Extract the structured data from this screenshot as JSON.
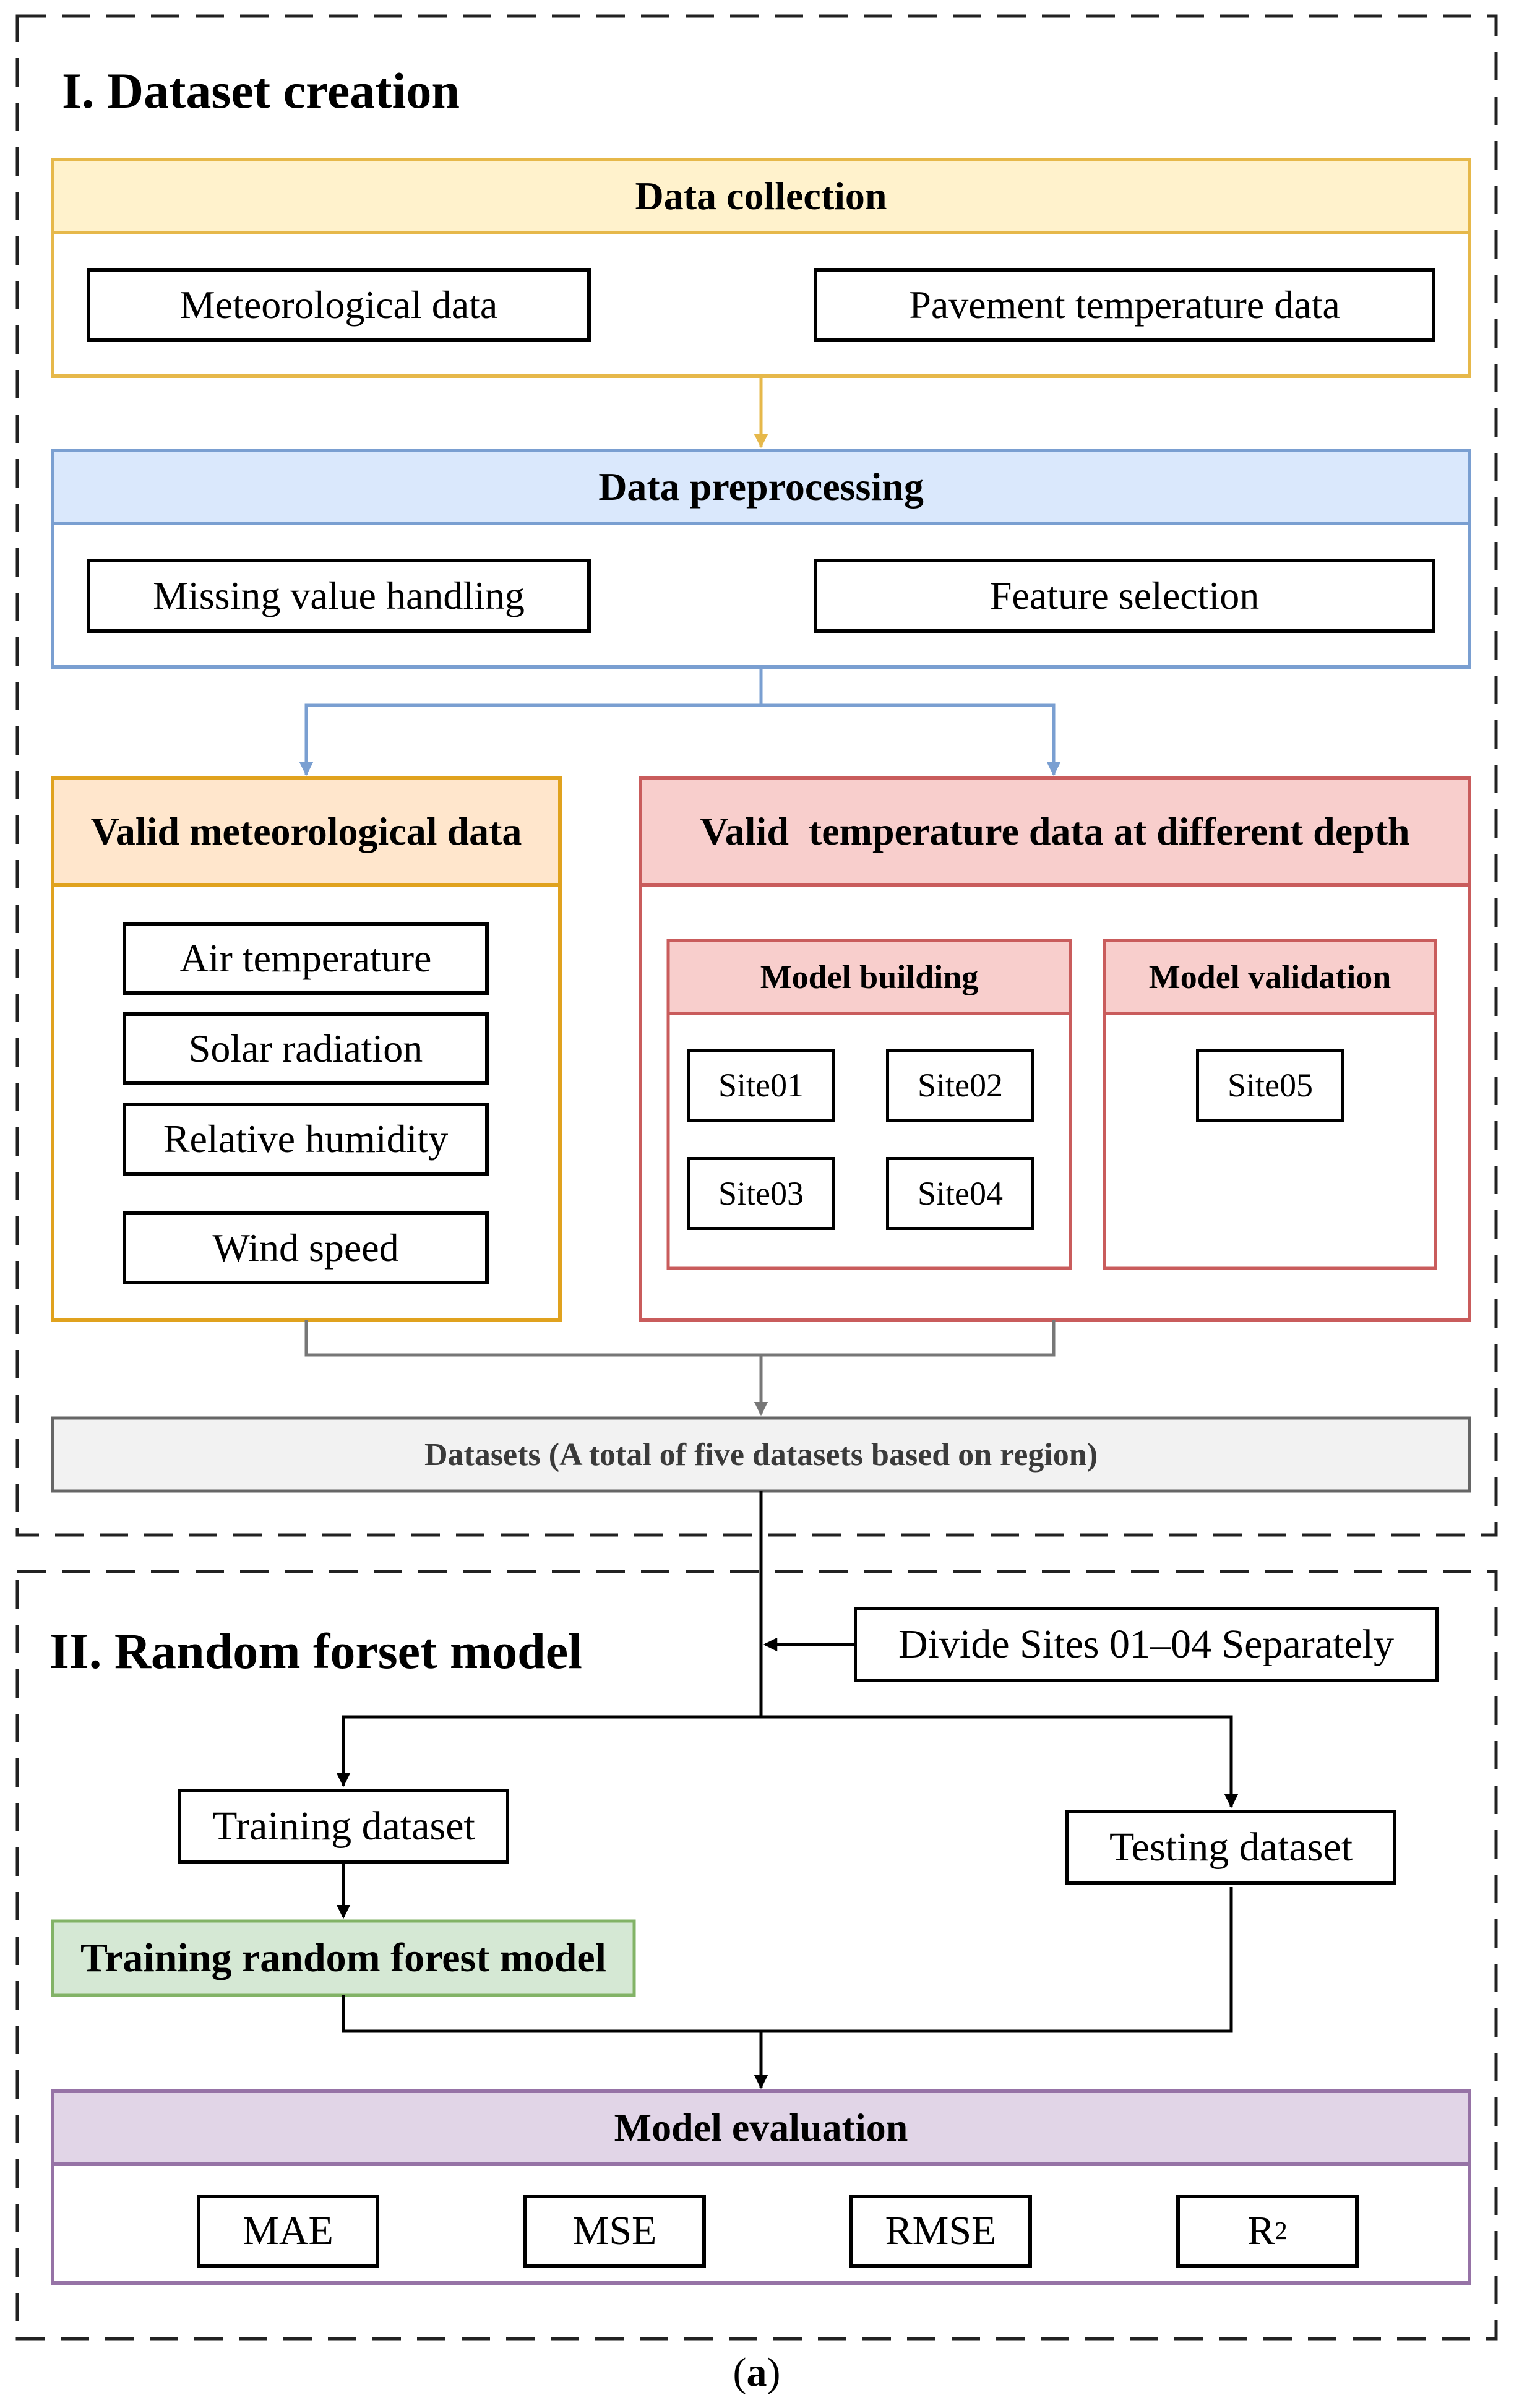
{
  "section1": {
    "title": "I. Dataset creation",
    "data_collection": {
      "header": "Data collection",
      "items": [
        "Meteorological data",
        "Pavement temperature data"
      ]
    },
    "data_preprocessing": {
      "header": "Data preprocessing",
      "items": [
        "Missing value handling",
        "Feature selection"
      ]
    },
    "valid_meteorological": {
      "header": "Valid meteorological data",
      "items": [
        "Air temperature",
        "Solar radiation",
        "Relative humidity",
        "Wind speed"
      ]
    },
    "valid_temperature": {
      "header": "Valid  temperature data at different depth",
      "model_building": {
        "header": "Model building",
        "sites": [
          "Site01",
          "Site02",
          "Site03",
          "Site04"
        ]
      },
      "model_validation": {
        "header": "Model validation",
        "sites": [
          "Site05"
        ]
      }
    },
    "datasets_label": "Datasets (A total of five datasets based on region)"
  },
  "section2": {
    "title": "II. Random forset model",
    "divide_label": "Divide Sites 01–04 Separately",
    "training_dataset": "Training dataset",
    "testing_dataset": "Testing dataset",
    "training_model": "Training random forest model",
    "model_evaluation": {
      "header": "Model evaluation",
      "metrics": [
        "MAE",
        "MSE",
        "RMSE",
        "R"
      ],
      "r2_exponent": "2"
    }
  },
  "caption": {
    "open": "(",
    "letter": "a",
    "close": ")"
  },
  "colors": {
    "collection_border": "#E6B84A",
    "collection_fill": "#FFF2CC",
    "preprocess_border": "#7A9FD1",
    "preprocess_fill": "#DAE8FC",
    "meteo_border": "#E0A21E",
    "meteo_fill": "#FFE6CC",
    "temp_border": "#C95C5C",
    "temp_fill": "#F8CECC",
    "datasets_border": "#666666",
    "datasets_fill": "#F2F2F2",
    "training_border": "#82B366",
    "training_fill": "#D5E8D4",
    "evaluation_border": "#9673A6",
    "evaluation_fill": "#E1D5E7"
  }
}
